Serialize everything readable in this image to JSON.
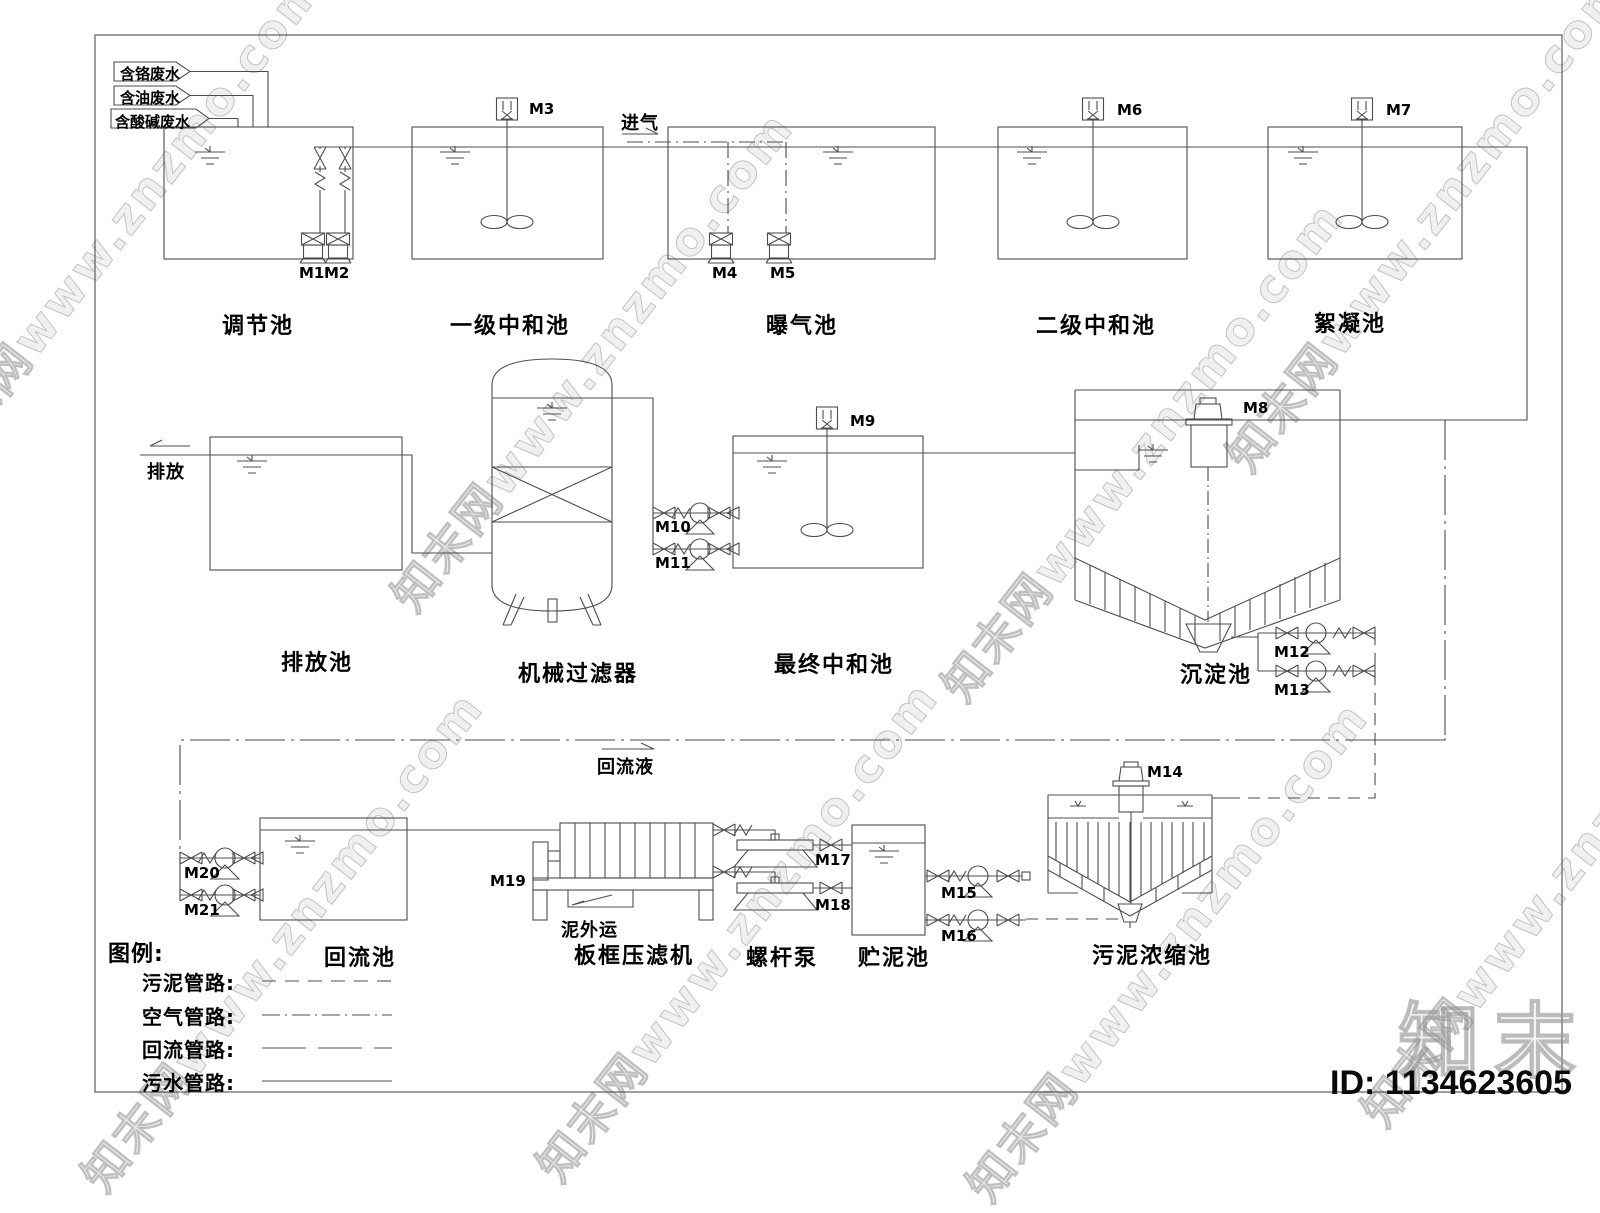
{
  "page": {
    "id_text": "ID: 1134623605",
    "logo_text": "知末"
  },
  "watermark": {
    "text": "知末网www.znzmo.com"
  },
  "inlets": {
    "i1": "含铬废水",
    "i2": "含油废水",
    "i3": "含酸碱废水"
  },
  "flows": {
    "air_in": "进气",
    "discharge": "排放",
    "return_liquid": "回流液",
    "sludge_out": "泥外运"
  },
  "tanks": {
    "regulating": "调节池",
    "neutral1": "一级中和池",
    "aeration": "曝气池",
    "neutral2": "二级中和池",
    "flocculation": "絮凝池",
    "discharge_tank": "排放池",
    "mech_filter": "机械过滤器",
    "final_neutral": "最终中和池",
    "sedimentation": "沉淀池",
    "return_tank": "回流池",
    "filter_press": "板框压滤机",
    "screw_pump": "螺杆泵",
    "sludge_storage": "贮泥池",
    "thickener": "污泥浓缩池"
  },
  "motors": {
    "m1": "M1",
    "m2": "M2",
    "m3": "M3",
    "m4": "M4",
    "m5": "M5",
    "m6": "M6",
    "m7": "M7",
    "m8": "M8",
    "m9": "M9",
    "m10": "M10",
    "m11": "M11",
    "m12": "M12",
    "m13": "M13",
    "m14": "M14",
    "m15": "M15",
    "m16": "M16",
    "m17": "M17",
    "m18": "M18",
    "m19": "M19",
    "m20": "M20",
    "m21": "M21"
  },
  "legend": {
    "title": "图例:",
    "items": [
      {
        "label": "污泥管路:",
        "style": "dashed"
      },
      {
        "label": "空气管路:",
        "style": "dashdot"
      },
      {
        "label": "回流管路:",
        "style": "longdash"
      },
      {
        "label": "污水管路:",
        "style": "solid"
      }
    ]
  },
  "colors": {
    "line": "#4d4d4d",
    "text": "#000000",
    "watermark": "#8c8c8c",
    "background": "#ffffff"
  }
}
